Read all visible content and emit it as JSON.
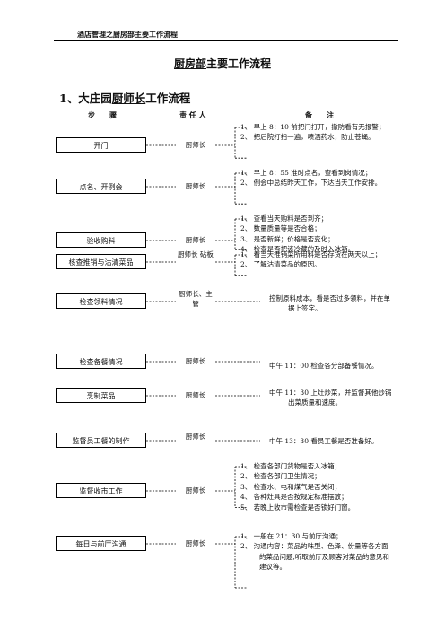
{
  "header": {
    "text": "酒店管理之厨房部主要工作流程"
  },
  "title": {
    "prefix": "厨房部",
    "suffix": "主要工作流程"
  },
  "section": {
    "number": "1、",
    "prefix": "大庄园",
    "underlined": "厨师长",
    "suffix": "工作流程"
  },
  "columns": {
    "step": "步　　骤",
    "responsible": "责 任 人",
    "remarks": "备　　注"
  },
  "rows": [
    {
      "step": "开门",
      "responsible": "厨师长",
      "notes": [
        "1、 早上 8：10 前把门打开，撤防看有无报警；",
        "2、 把后院打扫一遍，喷洒药水，防止苍蝇。"
      ]
    },
    {
      "step": "点名、开例会",
      "responsible": "厨师长",
      "notes": [
        "1、 早上 8：55 准时点名，查看到岗情况；",
        "2、 例会中总结昨天工作，下达当天工作安排。"
      ]
    },
    {
      "step": "验收购料",
      "responsible": "厨师长",
      "notes": [
        "1、 查看当天购料是否到齐；",
        "2、 数量质量等是否合格；",
        "3、 是否新鲜；价格是否变化；",
        "4、 检查是否把该冷藏的及时入冰箱。"
      ]
    },
    {
      "step": "核查推销与沽清菜品",
      "responsible": "厨师长 砧板",
      "notes": [
        "1、 看当天推销菜所用料是否存货在两天以上；",
        "2、 了解沽清菜品的原因。"
      ]
    },
    {
      "step": "检查领料情况",
      "responsible": "厨师长、主管",
      "notes": [
        "控制原料成本，看是否过多领料，并在单据上签字。"
      ]
    },
    {
      "step": "检查备餐情况",
      "responsible": "厨师长",
      "notes": [
        "中午 11：00 检查各分部备餐情况。"
      ]
    },
    {
      "step": "烹制菜品",
      "responsible": "厨师长",
      "notes": [
        "中午 11：30 上灶炒菜，并监督其他炒锅出菜质量和速度。"
      ]
    },
    {
      "step": "监督员工餐的制作",
      "responsible": "厨师长",
      "notes": [
        "中午 13：30 看员工餐是否准备好。"
      ]
    },
    {
      "step": "监督收市工作",
      "responsible": "厨师长",
      "notes": [
        "1、 检查各部门货物是否入冰箱；",
        "2、 检查各部门卫生情况；",
        "3、 检查水、电和煤气是否关闭；",
        "4、 各种灶具是否按规定标准摆放；",
        "5、 若晚上收市需检查是否锁好门窗。"
      ]
    },
    {
      "step": "每日与前厅沟通",
      "responsible": "厨师长",
      "notes": [
        "1、 一般在 21：30 与前厅沟通；",
        "2、 沟通内容：菜品的味型、色泽、份量等各方面的菜品问题,听取前厅及顾客对菜品的意见和建议等。"
      ]
    }
  ]
}
